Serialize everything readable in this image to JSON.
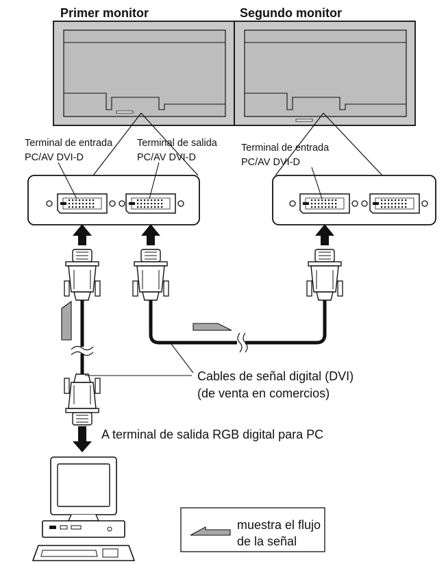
{
  "monitors": {
    "first": "Primer monitor",
    "second": "Segundo monitor"
  },
  "labels": {
    "input1_line1": "Terminal de entrada",
    "input1_line2": "PC/AV DVI-D",
    "output_line1": "Terminal de salida",
    "output_line2": "PC/AV DVI-D",
    "input2_line1": "Terminal de entrada",
    "input2_line2": "PC/AV DVI-D",
    "cables_line1": "Cables de señal digital (DVI)",
    "cables_line2": "(de venta en comercios)",
    "pc_terminal": "A terminal de salida RGB digital para PC"
  },
  "legend": {
    "line1": "muestra el flujo",
    "line2": "de la señal"
  },
  "colors": {
    "line": "#111111",
    "screen_fill": "#c9c9c9",
    "screen_inner": "#b9b9b9",
    "flow_arrow": "#a8a8a8"
  }
}
